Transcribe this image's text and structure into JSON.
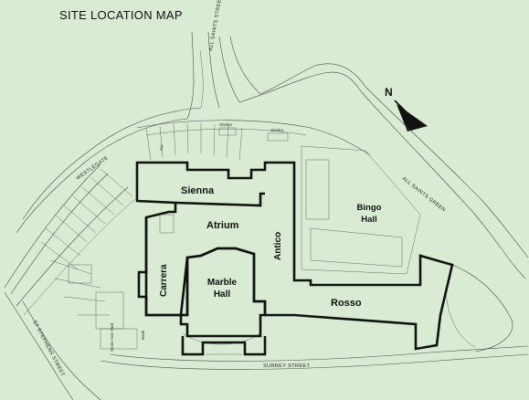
{
  "title": "SITE LOCATION MAP",
  "north_label": "N",
  "colors": {
    "background": "#d9ecd3",
    "outline": "#111111",
    "linework": "#4a4a4a"
  },
  "zones": [
    {
      "id": "sienna",
      "label": "Sienna"
    },
    {
      "id": "atrium",
      "label": "Atrium"
    },
    {
      "id": "carrera",
      "label": "Carrera"
    },
    {
      "id": "marble-hall",
      "label": "Marble Hall"
    },
    {
      "id": "antico",
      "label": "Antico"
    },
    {
      "id": "rosso",
      "label": "Rosso"
    },
    {
      "id": "bingo-hall",
      "label": "Bingo Hall"
    }
  ],
  "streets": {
    "all_saints_street": "ALL SAINTS STREET",
    "all_saints_green": "ALL SAINTS GREEN",
    "westlegate": "WESTLEGATE",
    "st_stephens_street": "ST STEPHENS STREET",
    "surrey_street": "SURREY STREET"
  },
  "minor_labels": {
    "shelter_1": "Shelter",
    "shelter_2": "Shelter",
    "stone_house": "Stone Hse Yard",
    "bank": "Bank",
    "ph": "PH"
  }
}
